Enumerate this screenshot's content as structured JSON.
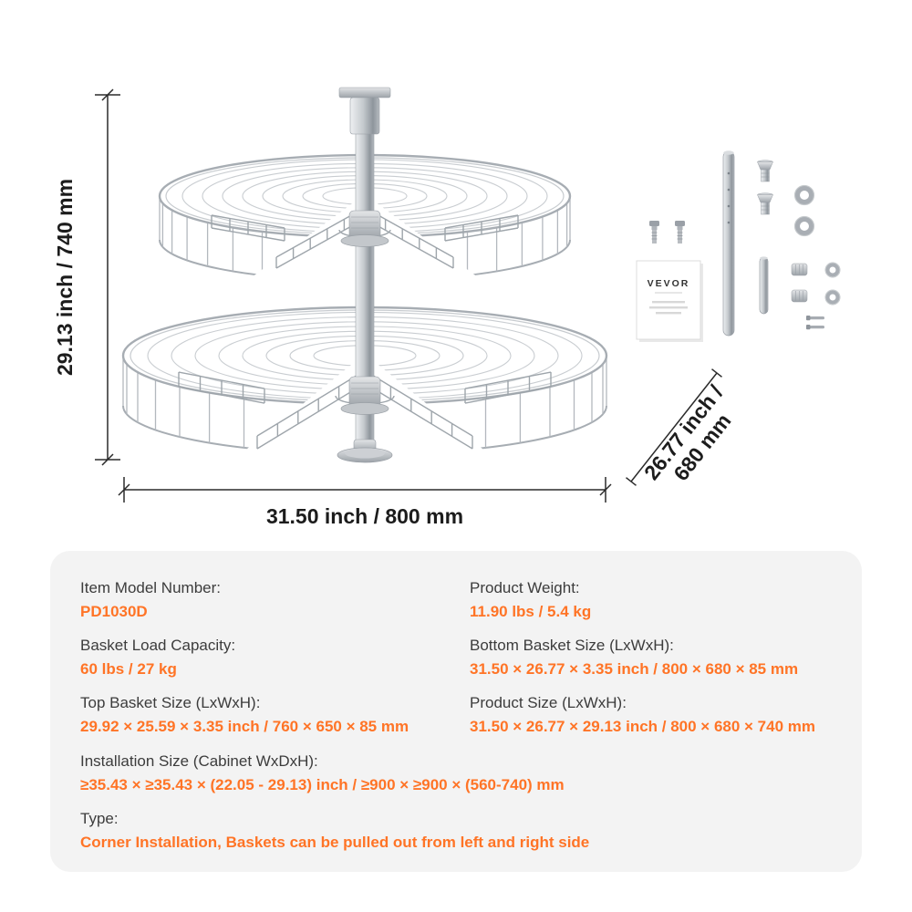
{
  "colors": {
    "accent": "#ff7426",
    "label_text": "#3c3c3c",
    "panel_bg": "#f3f3f3",
    "dimension_text": "#1c1c1c"
  },
  "dimensions": {
    "height_label": "29.13 inch / 740 mm",
    "width_label": "31.50 inch / 800 mm",
    "depth_label_line1": "26.77 inch /",
    "depth_label_line2": "680 mm"
  },
  "manual": {
    "brand": "VEVOR"
  },
  "specs": {
    "left": [
      {
        "label": "Item Model Number:",
        "value": "PD1030D"
      },
      {
        "label": "Basket Load Capacity:",
        "value": "60 lbs / 27 kg"
      },
      {
        "label": "Top Basket Size (LxWxH):",
        "value": "29.92 × 25.59 × 3.35 inch / 760 × 650 × 85 mm"
      }
    ],
    "right": [
      {
        "label": "Product Weight:",
        "value": "11.90 lbs / 5.4 kg"
      },
      {
        "label": "Bottom Basket Size (LxWxH):",
        "value": "31.50 × 26.77 × 3.35 inch / 800 × 680 × 85 mm"
      },
      {
        "label": "Product Size (LxWxH):",
        "value": "31.50 × 26.77 × 29.13 inch / 800 × 680 × 740 mm"
      }
    ],
    "full": [
      {
        "label": "Installation Size (Cabinet WxDxH):",
        "value": "≥35.43 × ≥35.43 × (22.05 - 29.13) inch / ≥900 × ≥900 × (560-740) mm"
      },
      {
        "label": "Type:",
        "value": "Corner Installation, Baskets can be pulled out from left and right side"
      }
    ]
  }
}
